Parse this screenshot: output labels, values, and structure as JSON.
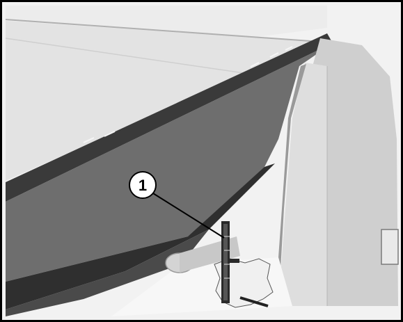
{
  "figure": {
    "callouts": [
      {
        "label": "1",
        "target": "scale-indicator"
      }
    ],
    "colors": {
      "border": "#000000",
      "hopper_top": "#e8e8e8",
      "hopper_edge": "#3a3a3a",
      "hopper_side": "#5c5c5c",
      "hopper_dark": "#2b2b2b",
      "end_panel": "#d9d9d9",
      "end_panel_shade": "#bdbdbd",
      "ground": "#f4f4f4",
      "tube": "#cfcfcf"
    },
    "icons": [
      "scale-indicator",
      "callout-circle"
    ]
  }
}
